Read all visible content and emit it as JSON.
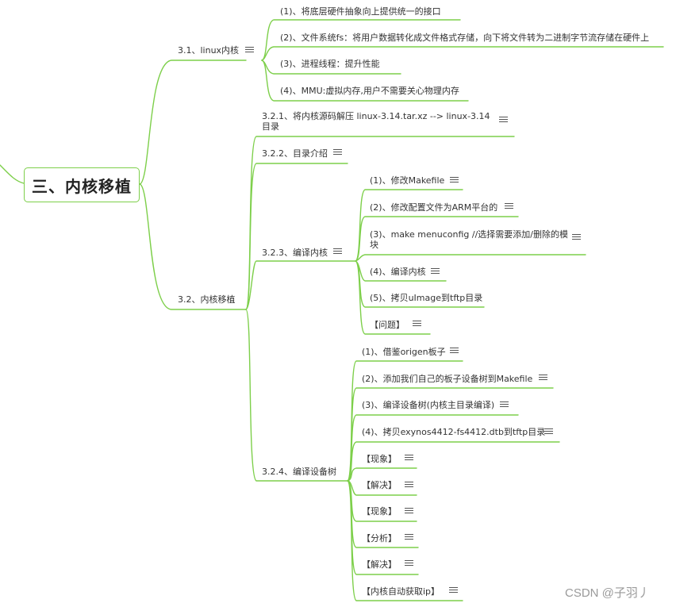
{
  "root": "三、内核移植",
  "linux_kernel": {
    "label": "3.1、linux内核",
    "items": [
      "(1)、将底层硬件抽象向上提供统一的接口",
      "(2)、文件系统fs：将用户数据转化成文件格式存储，向下将文件转为二进制字节流存储在硬件上",
      "(3)、进程线程：提升性能",
      "(4)、MMU:虚拟内存,用户不需要关心物理内存"
    ]
  },
  "porting": {
    "label": "3.2、内核移植",
    "extract": "3.2.1、将内核源码解压 linux-3.14.tar.xz --> linux-3.14目录",
    "dirs": "3.2.2、目录介绍",
    "compile_kernel": {
      "label": "3.2.3、编译内核",
      "items": [
        "(1)、修改Makefile",
        "(2)、修改配置文件为ARM平台的",
        "(3)、make menuconfig //选择需要添加/删除的模块",
        "(4)、编译内核",
        "(5)、拷贝uImage到tftp目录",
        "【问题】"
      ]
    },
    "compile_dt": {
      "label": "3.2.4、编译设备树",
      "items": [
        "(1)、借鉴origen板子",
        "(2)、添加我们自己的板子设备树到Makefile",
        "(3)、编译设备树(内核主目录编译)",
        "(4)、拷贝exynos4412-fs4412.dtb到tftp目录",
        "【现象】",
        "【解决】",
        "【现象】",
        "【分析】",
        "【解决】",
        "【内核自动获取ip】"
      ]
    }
  },
  "watermark": "CSDN @子羽丿",
  "colors": {
    "line": "#7dcf4a",
    "text": "#333333"
  }
}
